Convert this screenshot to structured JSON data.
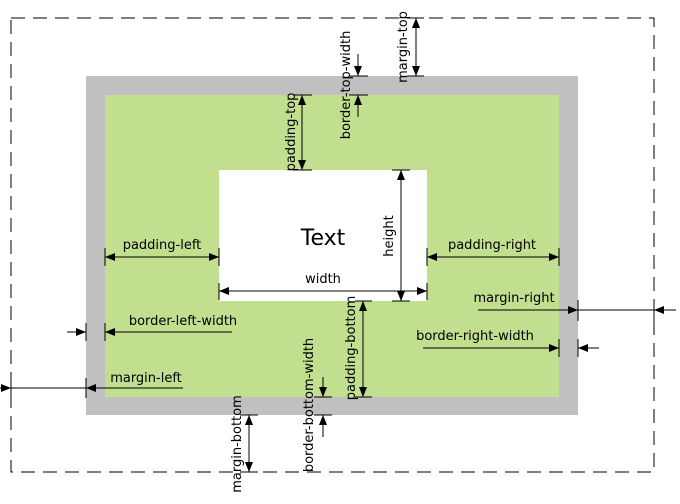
{
  "content": {
    "text": "Text"
  },
  "labels": {
    "margin_top": "margin-top",
    "border_top_width": "border-top-width",
    "padding_top": "padding-top",
    "height": "height",
    "width": "width",
    "padding_left": "padding-left",
    "padding_right": "padding-right",
    "margin_right": "margin-right",
    "border_left_width": "border-left-width",
    "border_right_width": "border-right-width",
    "margin_left": "margin-left",
    "border_bottom_width": "border-bottom-width",
    "padding_bottom": "padding-bottom",
    "margin_bottom": "margin-bottom"
  },
  "colors": {
    "border": "#c0c0c0",
    "padding": "#c2de8f",
    "content": "#ffffff",
    "margin_outline": "#000000"
  }
}
